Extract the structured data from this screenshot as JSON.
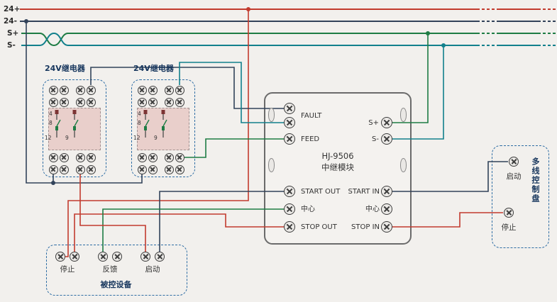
{
  "bus": {
    "labels": {
      "p24": "24+",
      "m24": "24-",
      "sp": "S+",
      "sm": "S-"
    }
  },
  "relay1": {
    "title": "24V继电器",
    "pins": {
      "p4": "4",
      "p8": "8",
      "p12": "12",
      "p9": "9"
    }
  },
  "relay2": {
    "title": "24V继电器",
    "pins": {
      "p4": "4",
      "p8": "8",
      "p12": "12",
      "p9": "9"
    }
  },
  "module": {
    "model": "HJ-9506",
    "name": "中继模块",
    "terminals": {
      "fault": "FAULT",
      "feed": "FEED",
      "start_out": "START OUT",
      "center_left": "中心",
      "stop_out": "STOP OUT",
      "s_plus": "S+",
      "s_minus": "S-",
      "start_in": "START IN",
      "center_right": "中心",
      "stop_in": "STOP IN"
    }
  },
  "device": {
    "title": "被控设备",
    "terminals": {
      "stop": "停止",
      "feedback": "反馈",
      "start": "启动"
    }
  },
  "panel": {
    "title": "多线控制盘",
    "terminals": {
      "start": "启动",
      "stop": "停止"
    }
  },
  "colors": {
    "red": "#c23b2e",
    "navy": "#32435a",
    "green": "#1e7c44",
    "teal": "#12808c",
    "box_blue": "#2e6da4",
    "pink": "#e9cfcb"
  }
}
